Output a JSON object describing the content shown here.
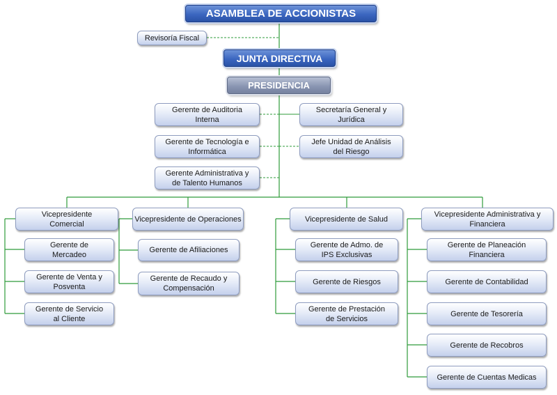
{
  "org_chart": {
    "asamblea": "ASAMBLEA DE ACCIONISTAS",
    "revisoria": "Revisoría Fiscal",
    "junta": "JUNTA DIRECTIVA",
    "presidencia": "PRESIDENCIA",
    "staff_left": [
      "Gerente de Auditoria\nInterna",
      "Gerente de Tecnología e\nInformática",
      "Gerente Administrativa y\nde Talento Humanos"
    ],
    "staff_right": [
      "Secretaría General y\nJurídica",
      "Jefe Unidad de Análisis\ndel Riesgo"
    ],
    "vp_comercial": {
      "title": "Vicepresidente\nComercial",
      "items": [
        "Gerente de\nMercadeo",
        "Gerente de Venta y\nPosventa",
        "Gerente de Servicio\nal Cliente"
      ]
    },
    "vp_operaciones": {
      "title": "Vicepresidente de Operaciones",
      "items": [
        "Gerente de Afiliaciones",
        "Gerente de Recaudo y\nCompensación"
      ]
    },
    "vp_salud": {
      "title": "Vicepresidente de Salud",
      "items": [
        "Gerente de Admo. de\nIPS Exclusivas",
        "Gerente de Riesgos",
        "Gerente de Prestación\nde Servicios"
      ]
    },
    "vp_financiera": {
      "title": "Vicepresidente Administrativa y\nFinanciera",
      "items": [
        "Gerente de Planeación\nFinanciera",
        "Gerente de Contabilidad",
        "Gerente de Tesorería",
        "Gerente de Recobros",
        "Gerente de Cuentas Medicas"
      ]
    }
  },
  "colors": {
    "connector": "#2e9b3a",
    "top_box": "#3b66c0",
    "presidencia_box": "#8793b0",
    "node_fill": "#dce4f5"
  }
}
